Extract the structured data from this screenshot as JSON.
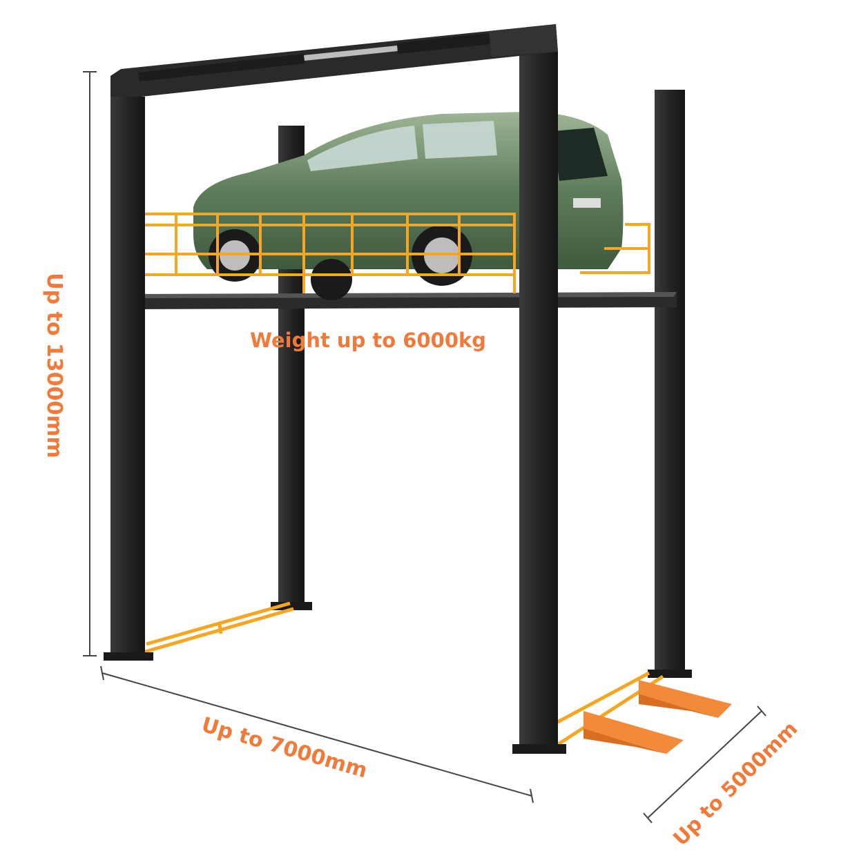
{
  "labels": {
    "weight": "Weight up to 6000kg",
    "height": "Up to 13000mm",
    "width": "Up to 7000mm",
    "depth": "Up to 5000mm"
  },
  "colors": {
    "frame": "#2A2A2A",
    "frame_dark": "#141414",
    "orange": "#F5A623",
    "label": "#F07A3A",
    "ramp": "#F28A3A",
    "car_body": "#5E7D5A",
    "dimension_line": "#444444"
  }
}
